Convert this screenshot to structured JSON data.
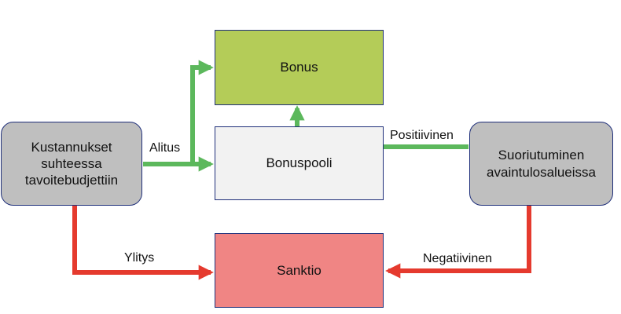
{
  "nodes": {
    "costs": {
      "label": "Kustannukset\nsuhteessa\ntavoitebudjettiin"
    },
    "performance": {
      "label": "Suoriutuminen\navaintulosalueissa"
    },
    "bonus": {
      "label": "Bonus"
    },
    "bonuspool": {
      "label": "Bonuspooli"
    },
    "sanction": {
      "label": "Sanktio"
    }
  },
  "edges": {
    "alitus": {
      "label": "Alitus"
    },
    "positive": {
      "label": "Positiivinen"
    },
    "ylitys": {
      "label": "Ylitys"
    },
    "negative": {
      "label": "Negatiivinen"
    }
  },
  "colors": {
    "bonus_fill": "#b4cc58",
    "bonuspool_fill": "#f2f2f2",
    "sanction_fill": "#f08584",
    "side_box_fill": "#bfbfbf",
    "green_arrow": "#5cb85c",
    "red_arrow": "#e53a2e",
    "border": "#1f2f7a"
  }
}
